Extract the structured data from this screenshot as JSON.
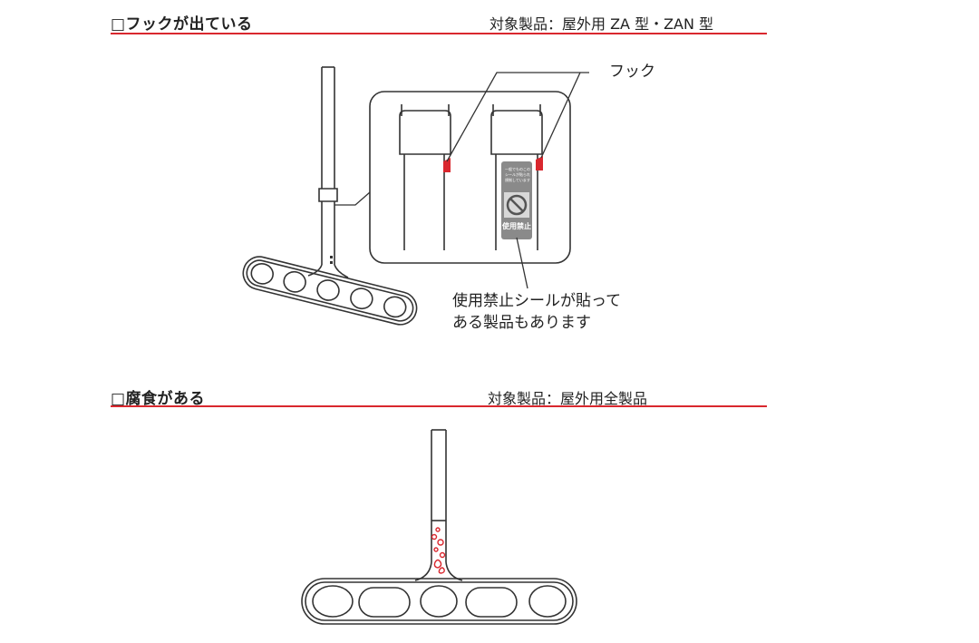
{
  "sections": [
    {
      "title": "□フックが出ている",
      "products": "対象製品：屋外用 ZA 型・ZAN 型",
      "callouts": {
        "hook": "フック",
        "seal_line1": "使用禁止シールが貼って",
        "seal_line2": "ある製品もあります"
      },
      "seal": {
        "text_lines": [
          "一般でものこの",
          "シールが貼られ",
          "規制しています"
        ],
        "caption": "使用禁止"
      }
    },
    {
      "title": "□腐食がある",
      "products": "対象製品：屋外用全製品"
    }
  ],
  "colors": {
    "accent_red": "#d9272e",
    "line": "#333333",
    "seal_gray": "#8a8a8a"
  }
}
